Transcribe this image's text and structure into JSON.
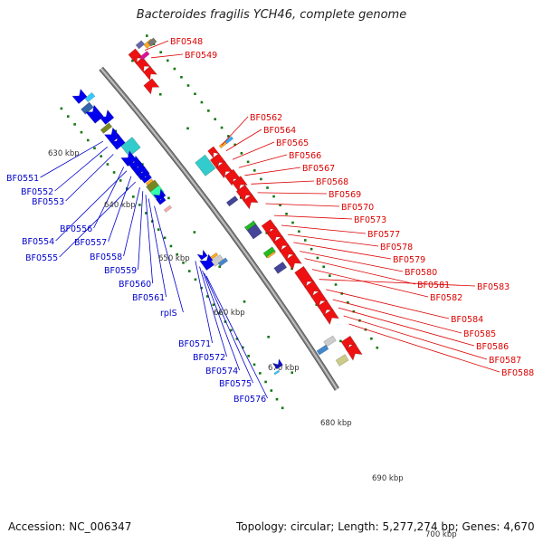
{
  "title": "Bacteroides fragilis YCH46, complete genome",
  "footer": {
    "accession": "Accession: NC_006347",
    "summary": "Topology: circular; Length: 5,277,274 bp; Genes: 4,670"
  },
  "colors": {
    "forward_label": "#dd0000",
    "reverse_label": "#0000cc",
    "backbone": "#8a8a8a",
    "tick": "#117711"
  },
  "kbp_labels": [
    "630 kbp",
    "640 kbp",
    "650 kbp",
    "660 kbp",
    "670 kbp",
    "680 kbp",
    "690 kbp",
    "700 kbp"
  ],
  "forward_genes": [
    "BF0548",
    "BF0549",
    "BF0562",
    "BF0564",
    "BF0565",
    "BF0566",
    "BF0567",
    "BF0568",
    "BF0569",
    "BF0570",
    "BF0573",
    "BF0577",
    "BF0578",
    "BF0579",
    "BF0580",
    "BF0581",
    "BF0582",
    "BF0583",
    "BF0584",
    "BF0585",
    "BF0586",
    "BF0587",
    "BF0588"
  ],
  "reverse_genes": [
    "BF0551",
    "BF0552",
    "BF0553",
    "BF0556",
    "BF0554",
    "BF0557",
    "BF0555",
    "BF0558",
    "BF0559",
    "BF0560",
    "BF0561",
    "rplS",
    "BF0571",
    "BF0572",
    "BF0574",
    "BF0575",
    "BF0576"
  ]
}
